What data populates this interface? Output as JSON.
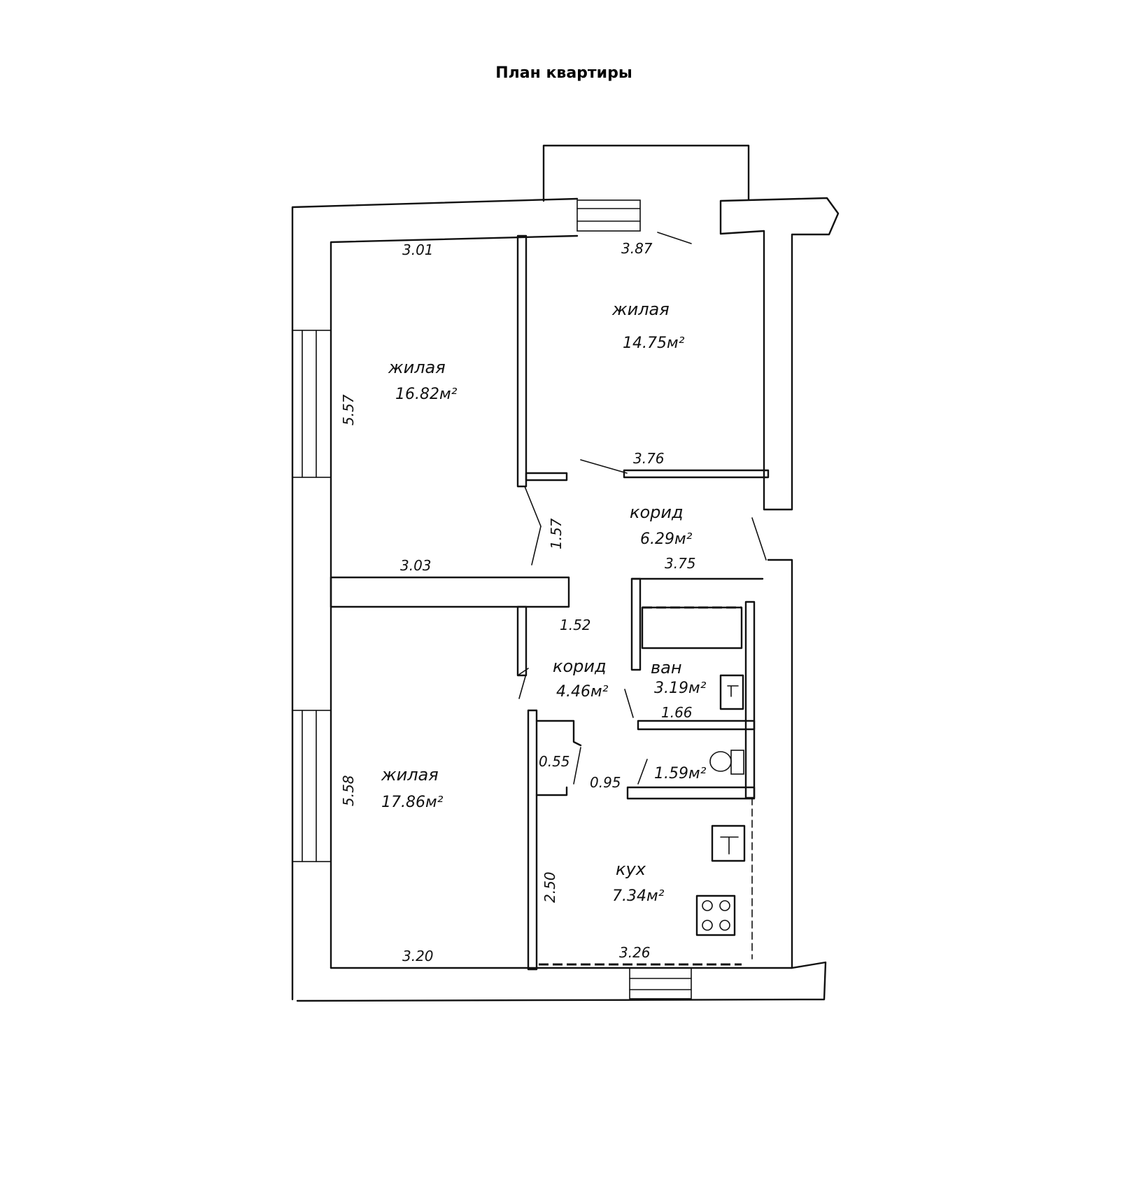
{
  "title": "План квартиры",
  "rooms": [
    {
      "name": "жилая",
      "area": "16.82м²"
    },
    {
      "name": "жилая",
      "area": "14.75м²"
    },
    {
      "name": "корид",
      "area": "6.29м²"
    },
    {
      "name": "корид",
      "area": "4.46м²"
    },
    {
      "name": "ван",
      "area": "3.19м²"
    },
    {
      "name": "",
      "area": "1.59м²"
    },
    {
      "name": "жилая",
      "area": "17.86м²"
    },
    {
      "name": "кух",
      "area": "7.34м²"
    }
  ],
  "dimensions": [
    "3.01",
    "3.87",
    "5.57",
    "3.76",
    "1.57",
    "3.03",
    "3.75",
    "1.52",
    "1.66",
    "0.55",
    "0.95",
    "5.58",
    "2.50",
    "3.20",
    "3.26"
  ]
}
